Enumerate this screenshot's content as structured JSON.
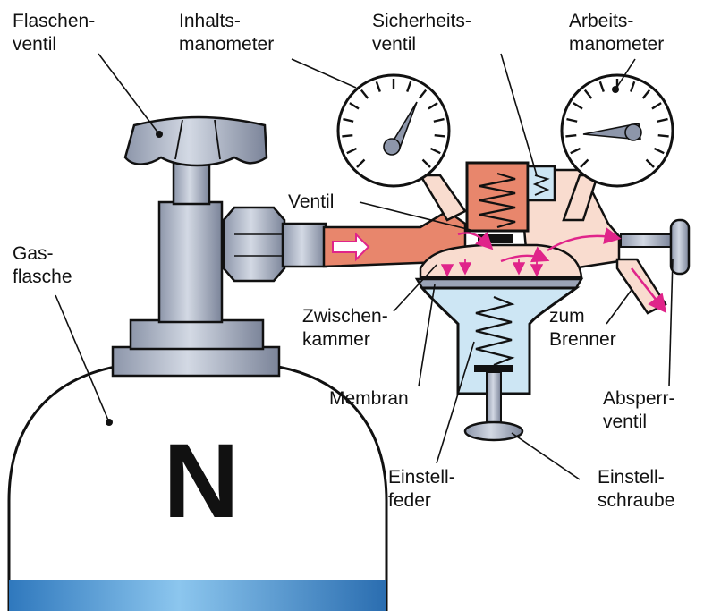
{
  "labels": {
    "flaschenventil": [
      "Flaschen-",
      "ventil"
    ],
    "inhaltsmanometer": [
      "Inhalts-",
      "manometer"
    ],
    "sicherheitsventil": [
      "Sicherheits-",
      "ventil"
    ],
    "arbeitsmanometer": [
      "Arbeits-",
      "manometer"
    ],
    "ventil": "Ventil",
    "gasflasche": [
      "Gas-",
      "flasche"
    ],
    "zwischenkammer": [
      "Zwischen-",
      "kammer"
    ],
    "membran": "Membran",
    "zum_brenner": [
      "zum",
      "Brenner"
    ],
    "absperrventil": [
      "Absperr-",
      "ventil"
    ],
    "einstellfeder": [
      "Einstell-",
      "feder"
    ],
    "einstellschraube": [
      "Einstell-",
      "schraube"
    ],
    "cylinder_letter": "N"
  },
  "colors": {
    "steel": "#a9b2c4",
    "steel_dark": "#7f889c",
    "cylinder_white": "#ffffff",
    "cylinder_band": "#3f8fd0",
    "gas_high": "#e8866c",
    "gas_low": "#f9dccf",
    "chamber_blue": "#cde6f4",
    "arrow": "#e0248a"
  },
  "icons": [
    "pressure-gauge-icon",
    "flow-arrow-icon",
    "spring-icon"
  ]
}
